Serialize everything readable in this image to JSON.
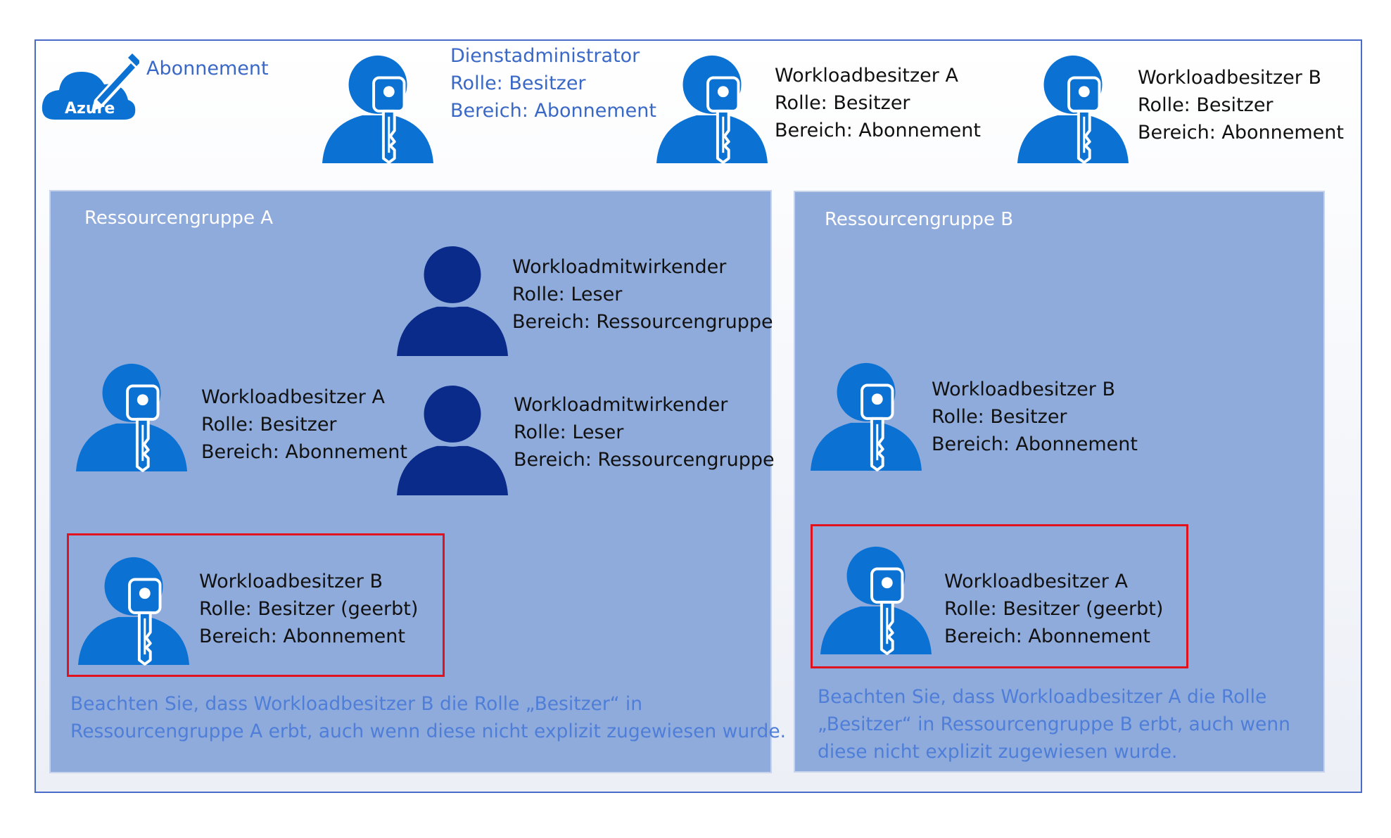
{
  "subscription": {
    "label": "Abonnement",
    "logo_text": "Azure"
  },
  "top_people": [
    {
      "lines": [
        "Dienstadministrator",
        "Rolle: Besitzer",
        "Bereich: Abonnement"
      ]
    },
    {
      "lines": [
        "Workloadbesitzer A",
        "Rolle: Besitzer",
        "Bereich: Abonnement"
      ]
    },
    {
      "lines": [
        "Workloadbesitzer B",
        "Rolle: Besitzer",
        "Bereich: Abonnement"
      ]
    }
  ],
  "group_a": {
    "title": "Ressourcengruppe A",
    "contributor_1": [
      "Workloadmitwirkender",
      "Rolle: Leser",
      "Bereich: Ressourcengruppe"
    ],
    "owner": [
      "Workloadbesitzer A",
      "Rolle: Besitzer",
      "Bereich: Abonnement"
    ],
    "contributor_2": [
      "Workloadmitwirkender",
      "Rolle: Leser",
      "Bereich: Ressourcengruppe"
    ],
    "inherited": [
      "Workloadbesitzer B",
      "Rolle: Besitzer (geerbt)",
      "Bereich: Abonnement"
    ],
    "note": [
      "Beachten Sie, dass Workloadbesitzer B die Rolle „Besitzer“ in",
      "Ressourcengruppe A erbt, auch wenn diese nicht explizit zugewiesen wurde."
    ]
  },
  "group_b": {
    "title": "Ressourcengruppe B",
    "owner": [
      "Workloadbesitzer B",
      "Rolle: Besitzer",
      "Bereich: Abonnement"
    ],
    "inherited": [
      "Workloadbesitzer A",
      "Rolle: Besitzer (geerbt)",
      "Bereich: Abonnement"
    ],
    "note": [
      "Beachten Sie, dass Workloadbesitzer A die Rolle",
      "„Besitzer“ in Ressourcengruppe B erbt, auch wenn",
      "diese nicht explizit zugewiesen wurde."
    ]
  },
  "icons": {
    "owner": "person-with-key-icon",
    "contributor": "person-icon",
    "azure": "azure-cloud-pencil-icon"
  },
  "colors": {
    "border": "#4a6cc8",
    "group_fill": "#8fabdc",
    "owner_icon": "#0b72d4",
    "contributor_icon": "#0a2b8a",
    "highlight": "#e0121e",
    "note_text": "#4f7ed8"
  }
}
